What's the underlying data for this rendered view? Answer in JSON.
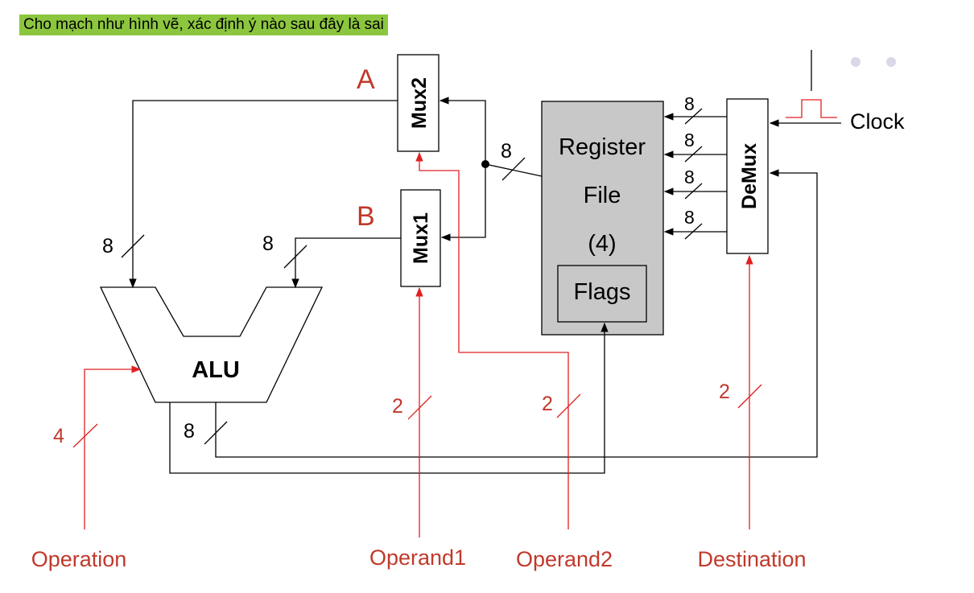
{
  "question": "Cho mạch như hình vẽ, xác định ý nào sau đây là sai",
  "labels": {
    "a": "A",
    "b": "B",
    "mux2": "Mux2",
    "mux1": "Mux1",
    "demux": "DeMux",
    "alu": "ALU",
    "register_line1": "Register",
    "register_line2": "File",
    "register_line3": "(4)",
    "flags": "Flags",
    "clock": "Clock",
    "operation": "Operation",
    "operand1": "Operand1",
    "operand2": "Operand2",
    "destination": "Destination"
  },
  "bus_widths": {
    "alu_left_in": "8",
    "alu_right_in": "8",
    "alu_out": "8",
    "regfile_out": "8",
    "demux_out_1": "8",
    "demux_out_2": "8",
    "demux_out_3": "8",
    "demux_out_4": "8",
    "operation": "4",
    "operand1": "2",
    "operand2": "2",
    "destination": "2"
  },
  "colors": {
    "control_red": "#e02020",
    "label_red": "#c0392b",
    "register_fill": "#c8c8c8",
    "question_bg": "#8cc63f",
    "wire": "#000000"
  }
}
